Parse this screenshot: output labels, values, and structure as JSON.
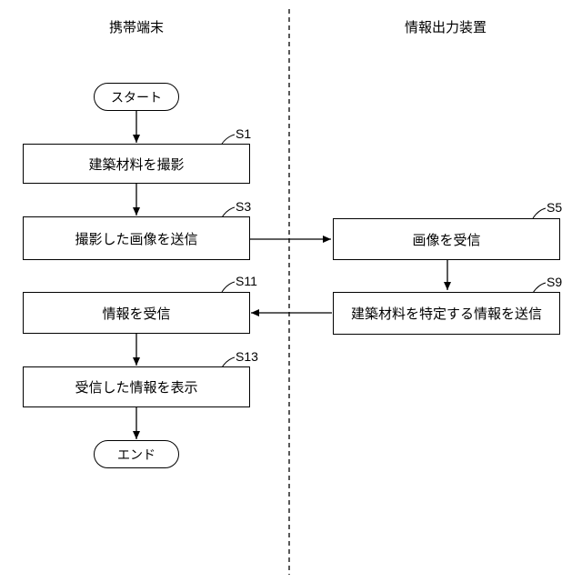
{
  "lanes": {
    "left": "携帯端末",
    "right": "情報出力装置"
  },
  "terminals": {
    "start": "スタート",
    "end": "エンド"
  },
  "steps": [
    {
      "id": "S1",
      "label": "建築材料を撮影"
    },
    {
      "id": "S3",
      "label": "撮影した画像を送信"
    },
    {
      "id": "S5",
      "label": "画像を受信"
    },
    {
      "id": "S9",
      "label": "建築材料を特定する情報を送信"
    },
    {
      "id": "S11",
      "label": "情報を受信"
    },
    {
      "id": "S13",
      "label": "受信した情報を表示"
    }
  ]
}
